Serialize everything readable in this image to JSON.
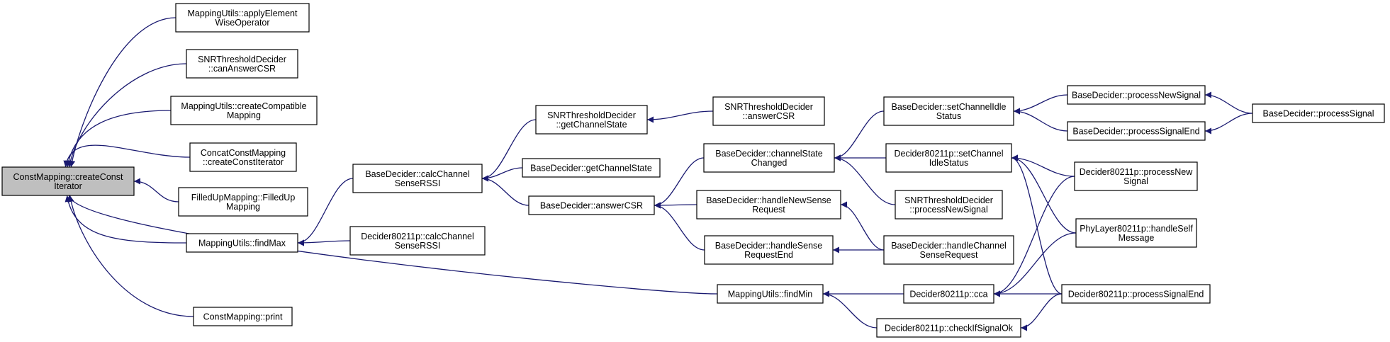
{
  "colors": {
    "edge": "#191970",
    "root_fill": "#bfbfbf",
    "node_fill": "#ffffff",
    "border": "#000000"
  },
  "nodes": [
    {
      "id": "root",
      "lines": [
        "ConstMapping::createConst",
        "Iterator"
      ]
    },
    {
      "id": "applyElem",
      "lines": [
        "MappingUtils::applyElement",
        "WiseOperator"
      ]
    },
    {
      "id": "snrCanAnswer",
      "lines": [
        "SNRThresholdDecider",
        "::canAnswerCSR"
      ]
    },
    {
      "id": "createCompat",
      "lines": [
        "MappingUtils::createCompatible",
        "Mapping"
      ]
    },
    {
      "id": "concatConst",
      "lines": [
        "ConcatConstMapping",
        "::createConstIterator"
      ]
    },
    {
      "id": "filledUp",
      "lines": [
        "FilledUpMapping::FilledUp",
        "Mapping"
      ]
    },
    {
      "id": "findMax",
      "lines": [
        "MappingUtils::findMax"
      ]
    },
    {
      "id": "constPrint",
      "lines": [
        "ConstMapping::print"
      ]
    },
    {
      "id": "bdCalc",
      "lines": [
        "BaseDecider::calcChannel",
        "SenseRSSI"
      ]
    },
    {
      "id": "d80CalcRSSI",
      "lines": [
        "Decider80211p::calcChannel",
        "SenseRSSI"
      ]
    },
    {
      "id": "snrGetCh",
      "lines": [
        "SNRThresholdDecider",
        "::getChannelState"
      ]
    },
    {
      "id": "bdGetCh",
      "lines": [
        "BaseDecider::getChannelState"
      ]
    },
    {
      "id": "bdAnswer",
      "lines": [
        "BaseDecider::answerCSR"
      ]
    },
    {
      "id": "snrAnswer",
      "lines": [
        "SNRThresholdDecider",
        "::answerCSR"
      ]
    },
    {
      "id": "bdChState",
      "lines": [
        "BaseDecider::channelState",
        "Changed"
      ]
    },
    {
      "id": "bdNewSense",
      "lines": [
        "BaseDecider::handleNewSense",
        "Request"
      ]
    },
    {
      "id": "bdSenseEnd",
      "lines": [
        "BaseDecider::handleSense",
        "RequestEnd"
      ]
    },
    {
      "id": "findMin",
      "lines": [
        "MappingUtils::findMin"
      ]
    },
    {
      "id": "bdSetIdle",
      "lines": [
        "BaseDecider::setChannelIdle",
        "Status"
      ]
    },
    {
      "id": "d80SetIdle",
      "lines": [
        "Decider80211p::setChannel",
        "IdleStatus"
      ]
    },
    {
      "id": "snrProcNew",
      "lines": [
        "SNRThresholdDecider",
        "::processNewSignal"
      ]
    },
    {
      "id": "bdHandleCh",
      "lines": [
        "BaseDecider::handleChannel",
        "SenseRequest"
      ]
    },
    {
      "id": "d80cca",
      "lines": [
        "Decider80211p::cca"
      ]
    },
    {
      "id": "d80check",
      "lines": [
        "Decider80211p::checkIfSignalOk"
      ]
    },
    {
      "id": "bdProcNew",
      "lines": [
        "BaseDecider::processNewSignal"
      ]
    },
    {
      "id": "bdProcEnd",
      "lines": [
        "BaseDecider::processSignalEnd"
      ]
    },
    {
      "id": "d80ProcNew",
      "lines": [
        "Decider80211p::processNew",
        "Signal"
      ]
    },
    {
      "id": "phySelf",
      "lines": [
        "PhyLayer80211p::handleSelf",
        "Message"
      ]
    },
    {
      "id": "d80ProcEnd",
      "lines": [
        "Decider80211p::processSignalEnd"
      ]
    },
    {
      "id": "bdProcSig",
      "lines": [
        "BaseDecider::processSignal"
      ]
    }
  ],
  "edges": [
    {
      "from": "applyElem",
      "to": "root"
    },
    {
      "from": "snrCanAnswer",
      "to": "root"
    },
    {
      "from": "createCompat",
      "to": "root"
    },
    {
      "from": "concatConst",
      "to": "root"
    },
    {
      "from": "filledUp",
      "to": "root"
    },
    {
      "from": "findMax",
      "to": "root"
    },
    {
      "from": "constPrint",
      "to": "root"
    },
    {
      "from": "findMin",
      "to": "root"
    },
    {
      "from": "bdCalc",
      "to": "findMax"
    },
    {
      "from": "d80CalcRSSI",
      "to": "findMax"
    },
    {
      "from": "snrGetCh",
      "to": "bdCalc"
    },
    {
      "from": "bdGetCh",
      "to": "bdCalc"
    },
    {
      "from": "bdAnswer",
      "to": "bdCalc"
    },
    {
      "from": "snrAnswer",
      "to": "snrGetCh"
    },
    {
      "from": "bdChState",
      "to": "bdAnswer"
    },
    {
      "from": "bdNewSense",
      "to": "bdAnswer"
    },
    {
      "from": "bdSenseEnd",
      "to": "bdAnswer"
    },
    {
      "from": "bdSetIdle",
      "to": "bdChState"
    },
    {
      "from": "d80SetIdle",
      "to": "bdChState"
    },
    {
      "from": "snrProcNew",
      "to": "bdChState"
    },
    {
      "from": "bdHandleCh",
      "to": "bdNewSense"
    },
    {
      "from": "bdHandleCh",
      "to": "bdSenseEnd"
    },
    {
      "from": "bdProcNew",
      "to": "bdSetIdle"
    },
    {
      "from": "bdProcEnd",
      "to": "bdSetIdle"
    },
    {
      "from": "bdProcSig",
      "to": "bdProcNew"
    },
    {
      "from": "bdProcSig",
      "to": "bdProcEnd"
    },
    {
      "from": "d80ProcNew",
      "to": "d80SetIdle"
    },
    {
      "from": "phySelf",
      "to": "d80SetIdle"
    },
    {
      "from": "d80ProcEnd",
      "to": "d80SetIdle"
    },
    {
      "from": "d80cca",
      "to": "findMin"
    },
    {
      "from": "d80check",
      "to": "findMin"
    },
    {
      "from": "d80ProcNew",
      "to": "d80cca"
    },
    {
      "from": "phySelf",
      "to": "d80cca"
    },
    {
      "from": "d80ProcEnd",
      "to": "d80cca"
    },
    {
      "from": "d80ProcEnd",
      "to": "d80check"
    }
  ]
}
